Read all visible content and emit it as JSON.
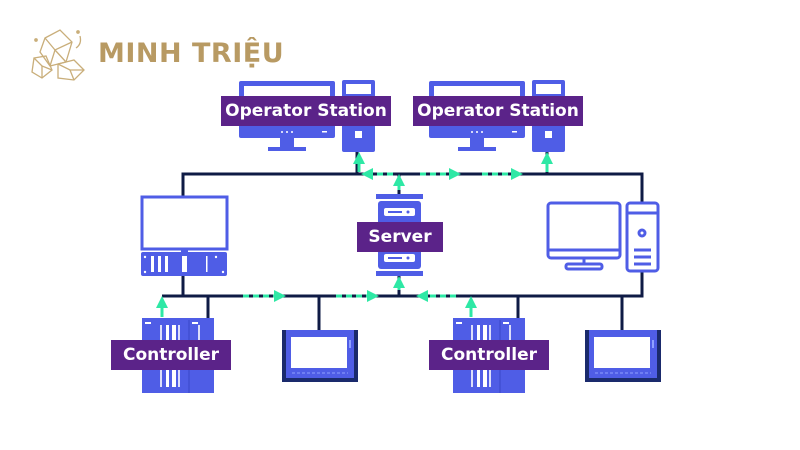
{
  "brand": {
    "name": "MINH TRIỆU",
    "logo_icon": "crystal-gem-icon",
    "color": "#b89a63"
  },
  "colors": {
    "device": "#4f5de6",
    "device_dark": "#1a2a6c",
    "network_line": "#0f1b45",
    "data_flow": "#2ee8a5",
    "label_bg": "#5b2389",
    "label_text": "#ffffff"
  },
  "nodes": {
    "operator_station_1": {
      "label": "Operator Station",
      "icon": "desktop-computer-icon"
    },
    "operator_station_2": {
      "label": "Operator Station",
      "icon": "desktop-computer-icon"
    },
    "server": {
      "label": "Server",
      "icon": "server-rack-icon"
    },
    "engineering_station": {
      "icon": "monitor-with-plc-icon"
    },
    "workstation": {
      "icon": "desktop-computer-icon"
    },
    "controller_1": {
      "label": "Controller",
      "icon": "plc-controller-icon"
    },
    "controller_2": {
      "label": "Controller",
      "icon": "plc-controller-icon"
    },
    "hmi_1": {
      "icon": "hmi-panel-icon"
    },
    "hmi_2": {
      "icon": "hmi-panel-icon"
    }
  },
  "networks": [
    {
      "name": "upper-bus",
      "connects": [
        "engineering_station",
        "operator_station_1",
        "server",
        "operator_station_2",
        "workstation"
      ]
    },
    {
      "name": "lower-bus",
      "connects": [
        "engineering_station",
        "controller_1",
        "hmi_1",
        "server",
        "controller_2",
        "hmi_2",
        "workstation"
      ]
    }
  ]
}
